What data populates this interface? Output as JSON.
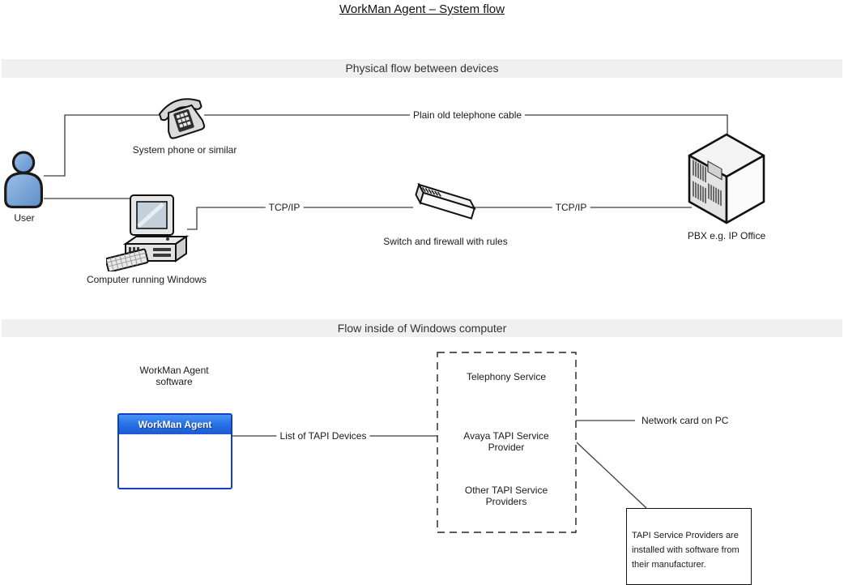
{
  "title": "WorkMan Agent – System flow",
  "physical_section": {
    "banner": "Physical flow between devices",
    "user_label": "User",
    "phone_label": "System phone or similar",
    "computer_label": "Computer running Windows",
    "switch_label": "Switch and firewall with rules",
    "pbx_label": "PBX e.g. IP Office",
    "cable_label": "Plain old telephone cable",
    "tcpip_left": "TCP/IP",
    "tcpip_right": "TCP/IP"
  },
  "windows_section": {
    "banner": "Flow inside of Windows computer",
    "software_caption": "WorkMan Agent software",
    "window_title": "WorkMan Agent",
    "tapi_list_label": "List of TAPI Devices",
    "service_top": "Telephony Service",
    "service_mid": "Avaya TAPI Service Provider",
    "service_bottom": "Other TAPI Service Providers",
    "network_card_label": "Network card on PC",
    "note": "TAPI Service Providers are installed with software from their manufacturer."
  },
  "colors": {
    "banner_bg": "#f0f0f0",
    "line": "#3d3d3d",
    "window_border": "#1040c0",
    "titlebar_top": "#4a94f4",
    "titlebar_bottom": "#1b5ad0",
    "person_fill": "#7fa8d9",
    "device_fill": "#e0e0e0"
  }
}
